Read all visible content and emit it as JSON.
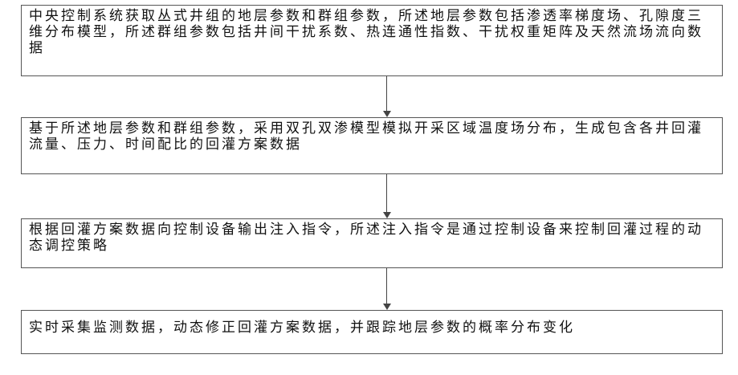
{
  "steps": [
    {
      "text": "中央控制系统获取丛式井组的地层参数和群组参数，所述地层参数包括渗透率梯度场、孔隙度三维分布模型，所述群组参数包括井间干扰系数、热连通性指数、干扰权重矩阵及天然流场流向数据"
    },
    {
      "text": "基于所述地层参数和群组参数，采用双孔双渗模型模拟开采区域温度场分布，生成包含各井回灌流量、压力、时间配比的回灌方案数据"
    },
    {
      "text": "根据回灌方案数据向控制设备输出注入指令，所述注入指令是通过控制设备来控制回灌过程的动态调控策略"
    },
    {
      "text": "实时采集监测数据，动态修正回灌方案数据，并跟踪地层参数的概率分布变化"
    }
  ]
}
